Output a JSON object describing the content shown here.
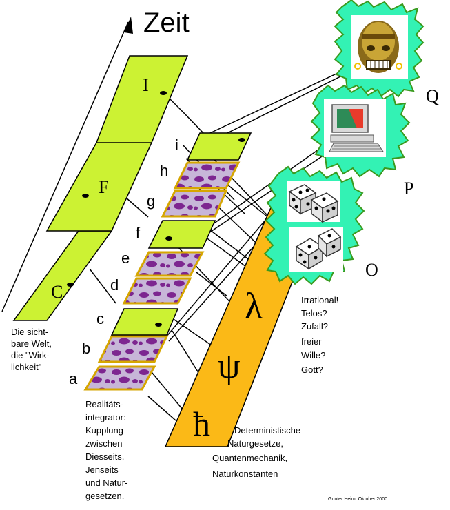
{
  "axis": {
    "label": "Zeit"
  },
  "visible_world": {
    "segments": [
      {
        "letter": "C"
      },
      {
        "letter": "F"
      },
      {
        "letter": "I"
      }
    ],
    "caption": [
      "Die sicht-",
      "bare Welt,",
      "die \"Wirk-",
      "lichkeit\""
    ]
  },
  "integrator": {
    "letters": [
      "a",
      "b",
      "c",
      "d",
      "e",
      "f",
      "g",
      "h",
      "i"
    ],
    "caption": [
      "Realitäts-",
      "integrator:",
      "Kupplung",
      "zwischen",
      "Diesseits,",
      "Jenseits",
      "und Natur-",
      "gesetzen."
    ]
  },
  "laws": {
    "symbols": [
      "ħ",
      "ψ",
      "λ"
    ],
    "caption": [
      "Deterministische",
      "Naturgesetze,",
      "Quantenmechanik,",
      "Naturkonstanten"
    ]
  },
  "beyond": {
    "levels": [
      {
        "letter": "O",
        "icon": "dice-icon"
      },
      {
        "letter": "P",
        "icon": "computer-icon"
      },
      {
        "letter": "Q",
        "icon": "mask-icon"
      }
    ],
    "caption": [
      "Irrational!",
      "Telos?",
      "Zufall?",
      "freier",
      "Wille?",
      "Gott?"
    ]
  },
  "credit": "Gunter Heim, Oktober 2000",
  "colors": {
    "lime": "#ccf233",
    "orange": "#fbb917",
    "mint": "#33f2b4",
    "leaf": "#3a9a1e",
    "purple": "#8a2a9a"
  }
}
